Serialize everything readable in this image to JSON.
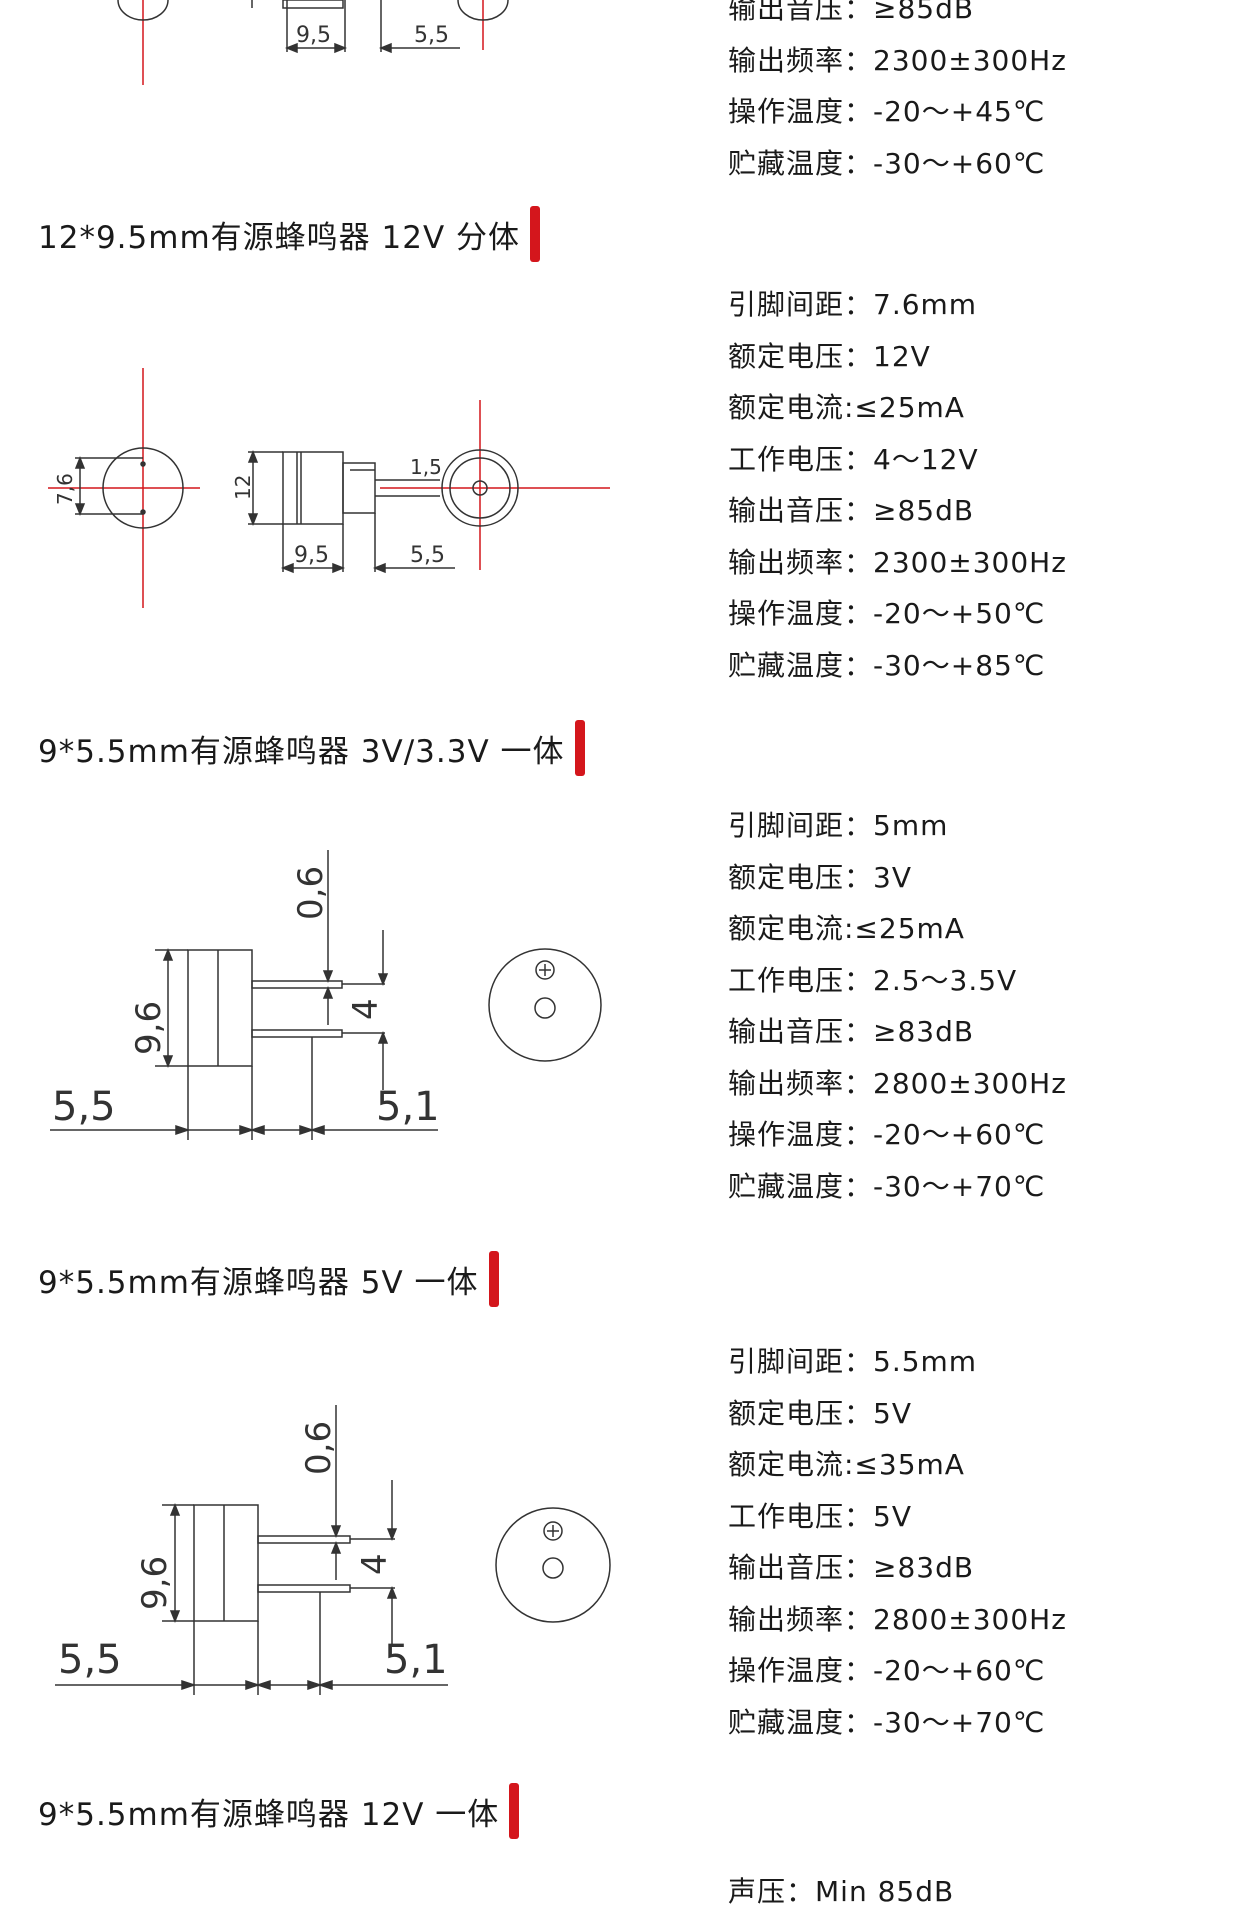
{
  "sections": [
    {
      "title": "",
      "specs": [
        "输出音压：≥85dB",
        "输出频率：2300±300Hz",
        "操作温度：-20～+45℃",
        "贮藏温度：-30～+60℃"
      ],
      "dims": {
        "a": "9,5",
        "b": "5,5"
      }
    },
    {
      "title": "12*9.5mm有源蜂鸣器 12V 分体",
      "specs": [
        "引脚间距：7.6mm",
        "额定电压：12V",
        "额定电流:≤25mA",
        "工作电压：4～12V",
        "输出音压：≥85dB",
        "输出频率：2300±300Hz",
        "操作温度：-20～+50℃",
        "贮藏温度：-30～+85℃"
      ],
      "dims": {
        "pin": "7,6",
        "dia": "12",
        "lead": "1,5",
        "a": "9,5",
        "b": "5,5"
      }
    },
    {
      "title": "9*5.5mm有源蜂鸣器 3V/3.3V 一体",
      "specs": [
        "引脚间距：5mm",
        "额定电压：3V",
        "额定电流:≤25mA",
        "工作电压：2.5～3.5V",
        "输出音压：≥83dB",
        "输出频率：2800±300Hz",
        "操作温度：-20～+60℃",
        "贮藏温度：-30～+70℃"
      ],
      "dims": {
        "t": "0,6",
        "d": "9,6",
        "p": "4",
        "h": "5,5",
        "l": "5,1"
      }
    },
    {
      "title": "9*5.5mm有源蜂鸣器 5V 一体",
      "specs": [
        "引脚间距：5.5mm",
        "额定电压：5V",
        "额定电流:≤35mA",
        "工作电压：5V",
        "输出音压：≥83dB",
        "输出频率：2800±300Hz",
        "操作温度：-20～+60℃",
        "贮藏温度：-30～+70℃"
      ],
      "dims": {
        "t": "0,6",
        "d": "9,6",
        "p": "4",
        "h": "5,5",
        "l": "5,1"
      }
    },
    {
      "title": "9*5.5mm有源蜂鸣器 12V 一体",
      "specs": [
        "声压：Min 85dB"
      ],
      "dims": {}
    }
  ]
}
